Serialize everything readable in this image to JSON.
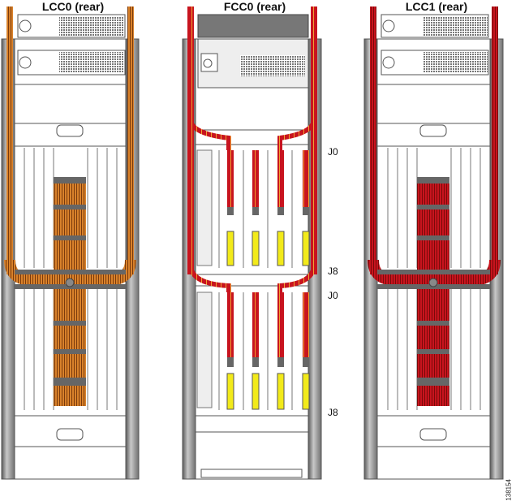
{
  "diagram": {
    "type": "chassis-cabling-diagram",
    "chassis": [
      {
        "id": "lcc0",
        "title": "LCC0 (rear)",
        "cable_color": "#d9822b",
        "cable_stripe": "#7a3a0c"
      },
      {
        "id": "fcc0",
        "title": "FCC0 (rear)",
        "cable_color": "#c8141e",
        "cable_stripe": "#e8a030"
      },
      {
        "id": "lcc1",
        "title": "LCC1 (rear)",
        "cable_color": "#c8141e",
        "cable_stripe": "#7a0a0a"
      }
    ],
    "fcc0_connector_labels": [
      {
        "label": "J0",
        "position": "upper-top"
      },
      {
        "label": "J8",
        "position": "upper-bottom"
      },
      {
        "label": "J0",
        "position": "lower-top"
      },
      {
        "label": "J8",
        "position": "lower-bottom"
      }
    ],
    "figure_number": "138154",
    "colors": {
      "frame": "#a8a8a8",
      "frame_dark": "#6e6e6e",
      "panel": "#ffffff",
      "outline": "#555555",
      "fcc_card_yellow": "#f2ea1a",
      "connector_gray": "#777777"
    }
  }
}
